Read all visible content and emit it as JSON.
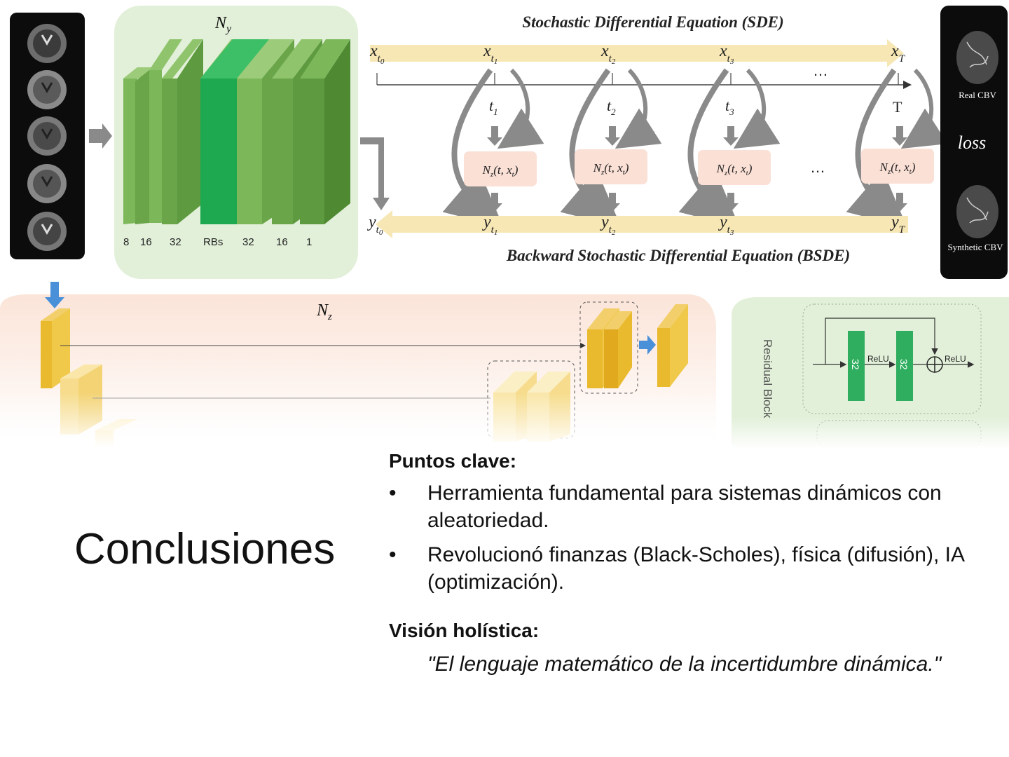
{
  "slide": {
    "title": "Conclusiones",
    "key_points_heading": "Puntos clave:",
    "bullets": [
      "Herramienta fundamental para sistemas dinámicos con aleatoriedad.",
      "Revolucionó finanzas (Black-Scholes), física (difusión), IA (optimización)."
    ],
    "bullet_symbol": "•",
    "holistic_heading": "Visión holística:",
    "quote": "\"El lenguaje matemático de la incertidumbre dinámica.\""
  },
  "figure": {
    "ny_label": "N_y",
    "ny_channels": [
      "8",
      "16",
      "32",
      "RBs",
      "32",
      "16",
      "1"
    ],
    "sde_title": "Stochastic Differential Equation (SDE)",
    "bsde_title": "Backward Stochastic Differential Equation (BSDE)",
    "forward_states": [
      "x_t0",
      "x_t1",
      "x_t2",
      "x_t3",
      "x_T"
    ],
    "backward_states": [
      "y_t0",
      "y_t1",
      "y_t2",
      "y_t3",
      "y_T"
    ],
    "time_labels": [
      "t1",
      "t2",
      "t3",
      "T"
    ],
    "ellipsis": "…",
    "nz_box_label": "N_z(t, x_t)",
    "real_label": "Real CBV",
    "loss_label": "loss",
    "synthetic_label": "Synthetic CBV",
    "nz_label": "N_z",
    "residual_block_label": "Residual Block",
    "residual_channels": [
      "32",
      "32"
    ],
    "relu_label": "ReLU",
    "colors": {
      "green_block": "#6fa84a",
      "bright_green": "#1ea84f",
      "yellow_arrow": "#f7e7b4",
      "pink_box": "#fbe0d6",
      "gold_block": "#e9b92e",
      "blue_arrow": "#4a90d9",
      "panel_green": "#e2f0d9"
    }
  }
}
